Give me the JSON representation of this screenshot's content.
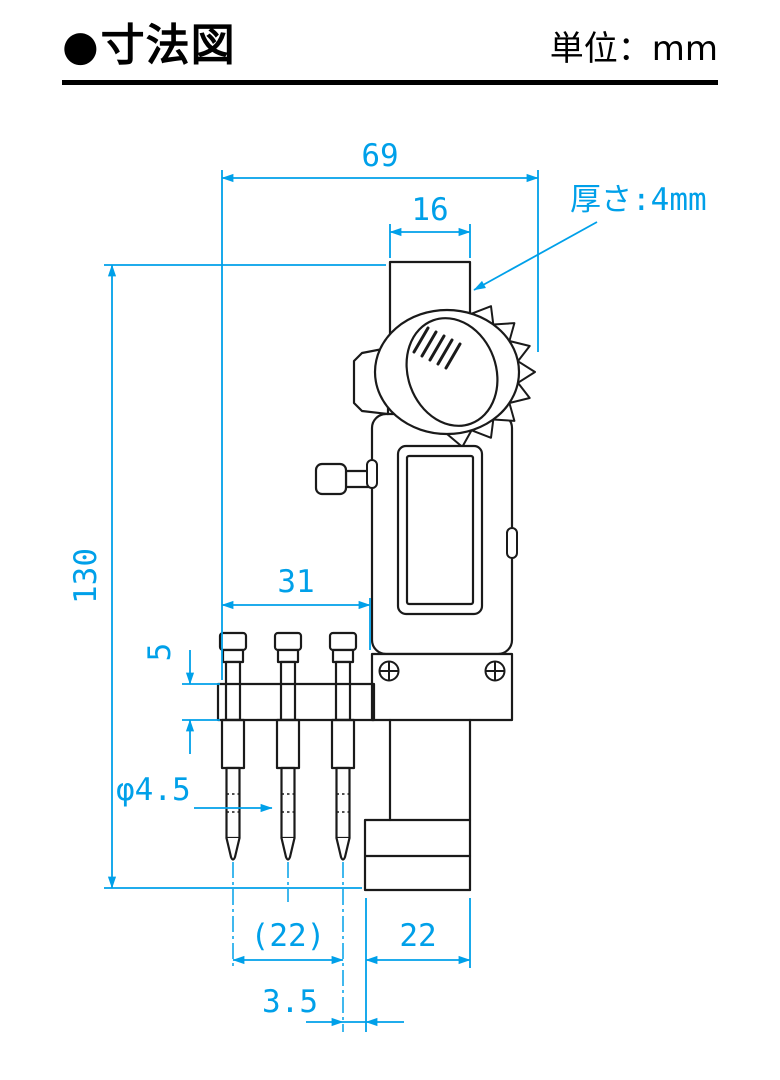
{
  "header": {
    "bullet": "●",
    "title": "寸法図",
    "unit_label": "単位：mm"
  },
  "diagram": {
    "colors": {
      "dimension_line": "#00a0e9",
      "outline": "#1a1a1a"
    },
    "dimensions": {
      "overall_width": "69",
      "stem_width": "16",
      "thickness_note": "厚さ:4mm",
      "overall_height": "130",
      "holder_span": "31",
      "holder_thickness": "5",
      "probe_diameter": "φ4.5",
      "probe_pitch": "(22)",
      "base_width": "22",
      "probe_offset": "3.5"
    }
  }
}
